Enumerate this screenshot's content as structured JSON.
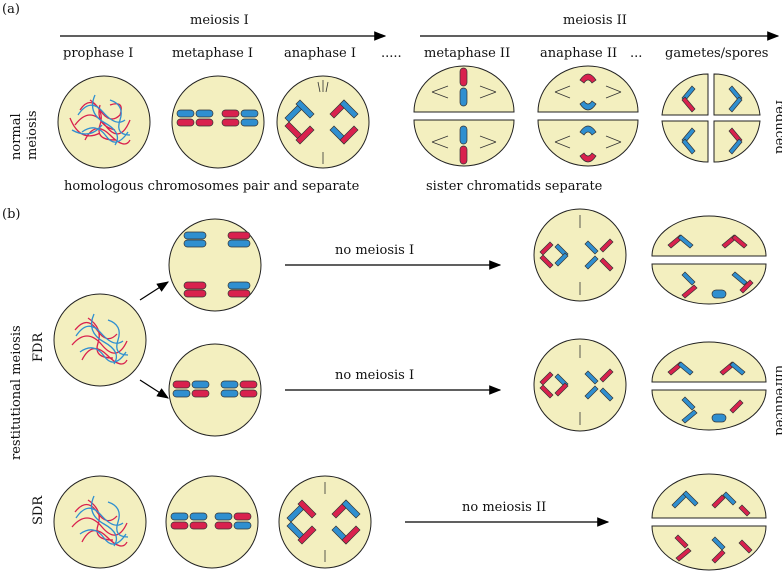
{
  "panel_a": {
    "tag": "(a)",
    "row_label": [
      "normal",
      "meiosis"
    ],
    "side_label": "reduced",
    "meiosis1_label": "meiosis I",
    "meiosis2_label": "meiosis II",
    "dots1": ".....",
    "dots2": "...",
    "stages": [
      "prophase I",
      "metaphase I",
      "anaphase I",
      "metaphase II",
      "anaphase II",
      "gametes/spores"
    ],
    "caption_left": "homologous chromosomes pair and separate",
    "caption_right": "sister chromatids separate"
  },
  "panel_b": {
    "tag": "(b)",
    "group_label": "restitutional meiosis",
    "fdr_label": "FDR",
    "sdr_label": "SDR",
    "side_label": "unreduced",
    "no_meiosis1_top": "no meiosis I",
    "no_meiosis1_bottom": "no meiosis I",
    "no_meiosis2": "no meiosis II"
  },
  "colors": {
    "maternal": "#d9214e",
    "paternal": "#2f8fd0",
    "cell": "#f3efbf"
  }
}
